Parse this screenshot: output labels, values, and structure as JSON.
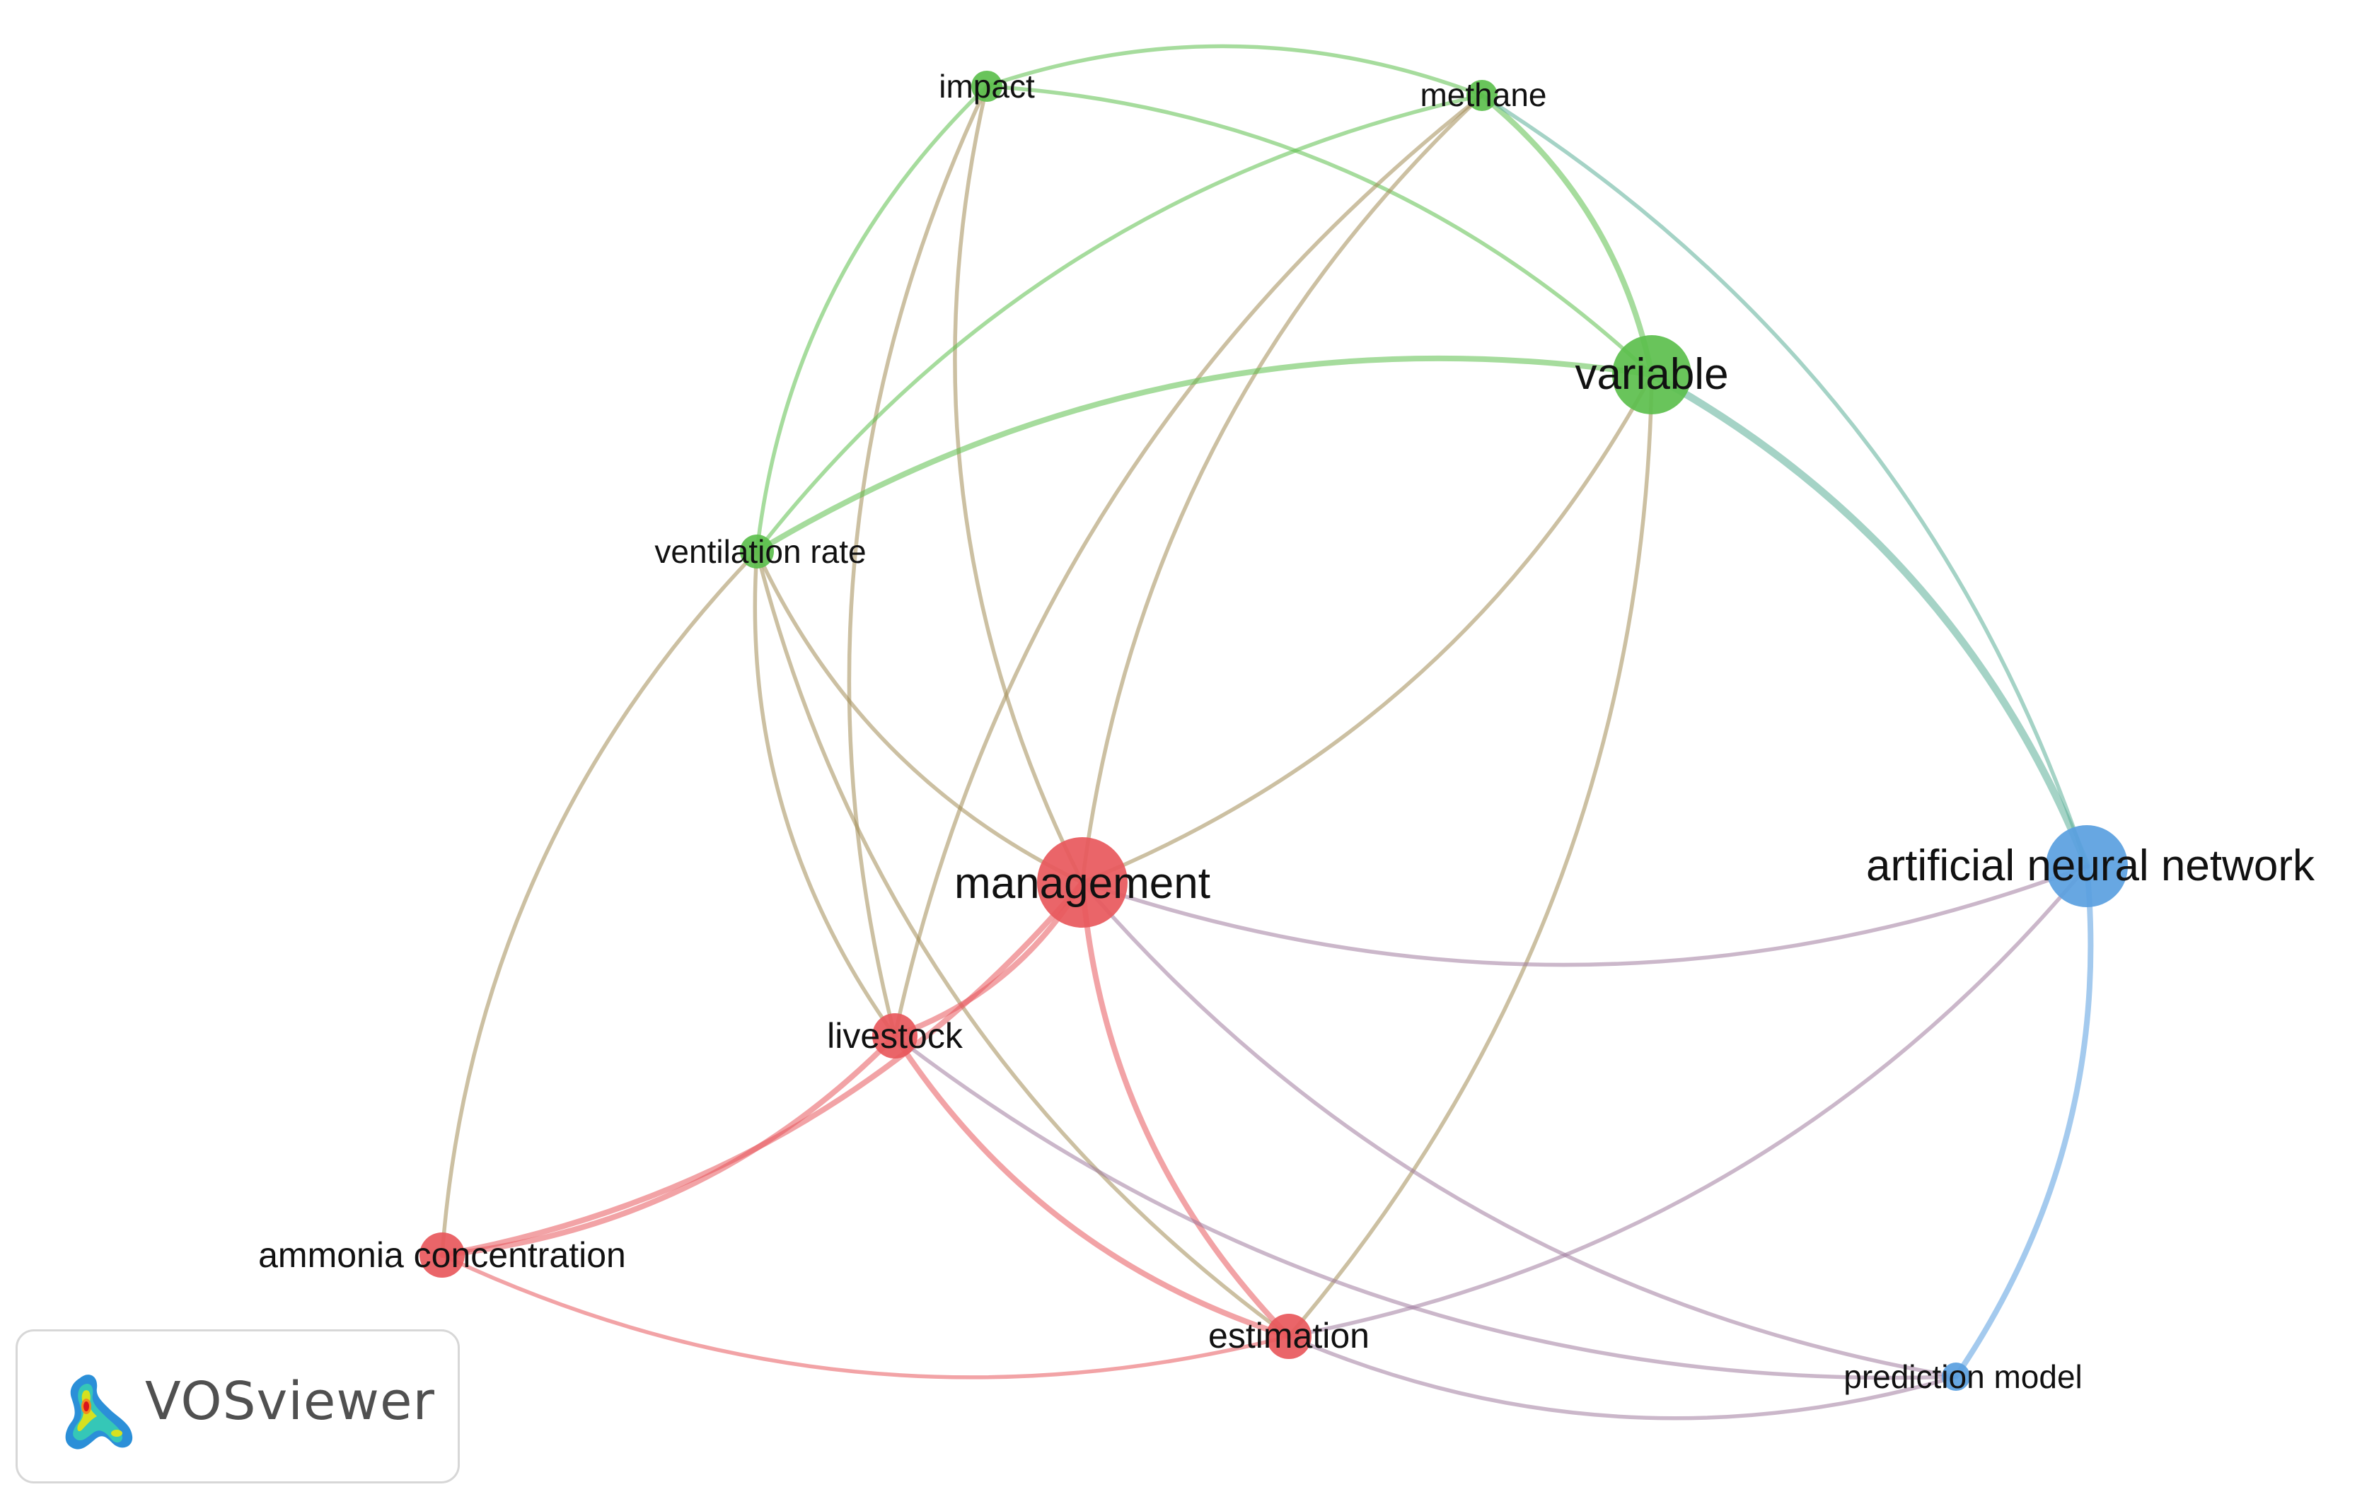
{
  "colors": {
    "cluster1": "#e8585c",
    "cluster2": "#5cbf4d",
    "cluster3": "#5a9fe0"
  },
  "nodes": [
    {
      "id": "management",
      "label": "management",
      "cluster": 1,
      "weight": 1.0
    },
    {
      "id": "variable",
      "label": "variable",
      "cluster": 2,
      "weight": 0.85
    },
    {
      "id": "ann",
      "label": "artificial neural network",
      "cluster": 3,
      "weight": 0.9
    },
    {
      "id": "livestock",
      "label": "livestock",
      "cluster": 1,
      "weight": 0.55
    },
    {
      "id": "estimation",
      "label": "estimation",
      "cluster": 1,
      "weight": 0.55
    },
    {
      "id": "ammonia",
      "label": "ammonia concentration",
      "cluster": 1,
      "weight": 0.55
    },
    {
      "id": "ventilation",
      "label": "ventilation rate",
      "cluster": 2,
      "weight": 0.45
    },
    {
      "id": "impact",
      "label": "impact",
      "cluster": 2,
      "weight": 0.4
    },
    {
      "id": "methane",
      "label": "methane",
      "cluster": 2,
      "weight": 0.4
    },
    {
      "id": "prediction",
      "label": "prediction model",
      "cluster": 3,
      "weight": 0.4
    }
  ],
  "edges": [
    {
      "source": "impact",
      "target": "methane",
      "strength": 1
    },
    {
      "source": "impact",
      "target": "variable",
      "strength": 1
    },
    {
      "source": "impact",
      "target": "ventilation",
      "strength": 1
    },
    {
      "source": "impact",
      "target": "management",
      "strength": 1
    },
    {
      "source": "impact",
      "target": "livestock",
      "strength": 1
    },
    {
      "source": "methane",
      "target": "variable",
      "strength": 2
    },
    {
      "source": "methane",
      "target": "ann",
      "strength": 1
    },
    {
      "source": "methane",
      "target": "management",
      "strength": 1
    },
    {
      "source": "methane",
      "target": "livestock",
      "strength": 1
    },
    {
      "source": "methane",
      "target": "ventilation",
      "strength": 1
    },
    {
      "source": "variable",
      "target": "ventilation",
      "strength": 2
    },
    {
      "source": "variable",
      "target": "ann",
      "strength": 3
    },
    {
      "source": "variable",
      "target": "management",
      "strength": 1
    },
    {
      "source": "variable",
      "target": "estimation",
      "strength": 1
    },
    {
      "source": "ventilation",
      "target": "management",
      "strength": 1
    },
    {
      "source": "ventilation",
      "target": "livestock",
      "strength": 1
    },
    {
      "source": "ventilation",
      "target": "ammonia",
      "strength": 1
    },
    {
      "source": "ventilation",
      "target": "estimation",
      "strength": 1
    },
    {
      "source": "management",
      "target": "ann",
      "strength": 1
    },
    {
      "source": "management",
      "target": "livestock",
      "strength": 2
    },
    {
      "source": "management",
      "target": "ammonia",
      "strength": 2
    },
    {
      "source": "management",
      "target": "estimation",
      "strength": 2
    },
    {
      "source": "management",
      "target": "prediction",
      "strength": 1
    },
    {
      "source": "livestock",
      "target": "ammonia",
      "strength": 2
    },
    {
      "source": "livestock",
      "target": "estimation",
      "strength": 2
    },
    {
      "source": "livestock",
      "target": "prediction",
      "strength": 1
    },
    {
      "source": "ammonia",
      "target": "estimation",
      "strength": 1
    },
    {
      "source": "estimation",
      "target": "ann",
      "strength": 1
    },
    {
      "source": "estimation",
      "target": "prediction",
      "strength": 1
    },
    {
      "source": "ann",
      "target": "prediction",
      "strength": 2
    }
  ],
  "badge": {
    "text": "VOSviewer",
    "icon": "vosviewer-heatmap-logo-icon"
  }
}
